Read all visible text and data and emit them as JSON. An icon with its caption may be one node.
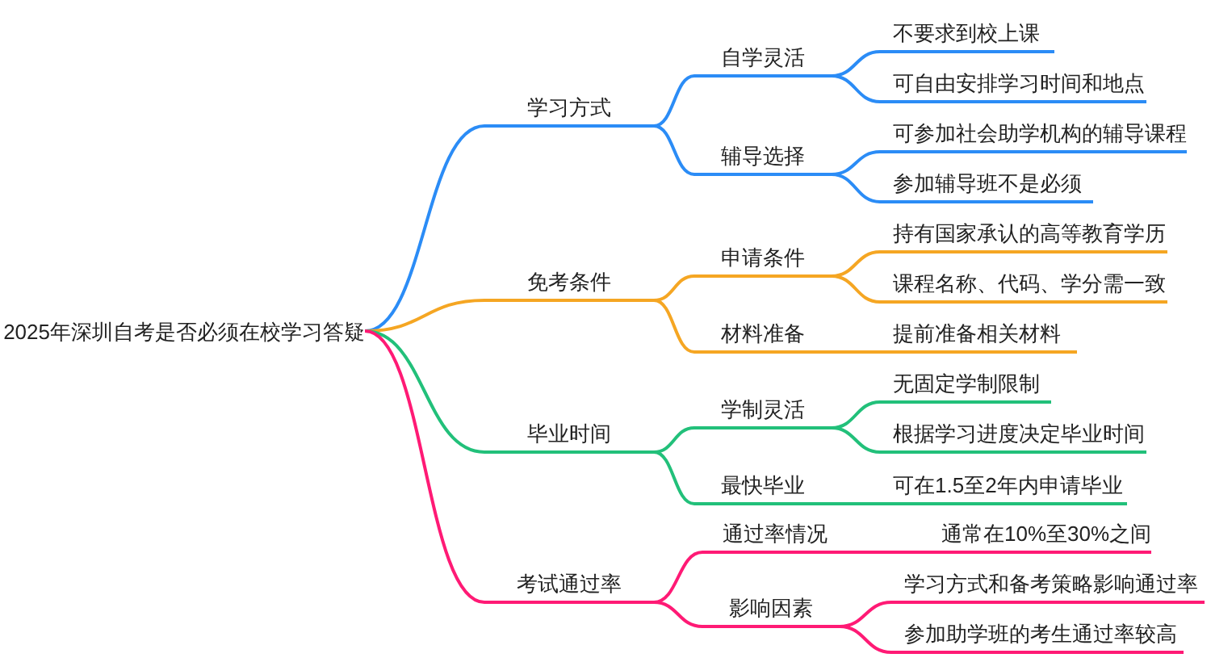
{
  "diagram": {
    "nodes": [
      {
        "text": [
          "2025年深圳自考是否必须在校学习答疑"
        ]
      },
      {
        "text": [
          "学习方式"
        ]
      },
      {
        "text": [
          "自学灵活"
        ]
      },
      {
        "text": [
          "不要求到校上课"
        ]
      },
      {
        "text": [
          "可自由安排学习时间和地点"
        ]
      },
      {
        "text": [
          "辅导选择"
        ]
      },
      {
        "text": [
          "可参加社会助学机构的辅导课程"
        ]
      },
      {
        "text": [
          "参加辅导班不是必须"
        ]
      },
      {
        "text": [
          "免考条件"
        ]
      },
      {
        "text": [
          "申请条件"
        ]
      },
      {
        "text": [
          "持有国家承认的高等教育学历"
        ]
      },
      {
        "text": [
          "课程名称、代码、学分需一致"
        ]
      },
      {
        "text": [
          "材料准备"
        ]
      },
      {
        "text": [
          "提前准备相关材料"
        ]
      },
      {
        "text": [
          "毕业时间"
        ]
      },
      {
        "text": [
          "学制灵活"
        ]
      },
      {
        "text": [
          "无固定学制限制"
        ]
      },
      {
        "text": [
          "根据学习进度决定毕业时间"
        ]
      },
      {
        "text": [
          "最快毕业"
        ]
      },
      {
        "text": [
          "可在1.5至2年内申请毕业"
        ]
      },
      {
        "text": [
          "考试通过率"
        ]
      },
      {
        "text": [
          "通过率情况"
        ]
      },
      {
        "text": [
          "通常在10%至30%之间"
        ]
      },
      {
        "text": [
          "影响因素"
        ]
      },
      {
        "text": [
          "学习方式和备考策略影响通过率"
        ]
      },
      {
        "text": [
          "参加助学班的考生通过率较高"
        ]
      }
    ],
    "edges": [
      {
        "from": 0,
        "to": 1,
        "arrow": "none"
      },
      {
        "from": 1,
        "to": 2,
        "arrow": "none"
      },
      {
        "from": 2,
        "to": 3,
        "arrow": "none"
      },
      {
        "from": 2,
        "to": 4,
        "arrow": "none"
      },
      {
        "from": 1,
        "to": 5,
        "arrow": "none"
      },
      {
        "from": 5,
        "to": 6,
        "arrow": "none"
      },
      {
        "from": 5,
        "to": 7,
        "arrow": "none"
      },
      {
        "from": 0,
        "to": 8,
        "arrow": "none",
        "color": "#f5a623"
      },
      {
        "from": 8,
        "to": 9,
        "arrow": "none",
        "color": "#f5a623"
      },
      {
        "from": 9,
        "to": 10,
        "arrow": "none",
        "color": "#f5a623"
      },
      {
        "from": 9,
        "to": 11,
        "arrow": "none",
        "color": "#f5a623"
      },
      {
        "from": 8,
        "to": 12,
        "arrow": "none",
        "color": "#f5a623"
      },
      {
        "from": 12,
        "to": 13,
        "arrow": "none",
        "color": "#f5a623"
      },
      {
        "from": 0,
        "to": 14,
        "arrow": "none",
        "color": "#22c07a"
      },
      {
        "from": 14,
        "to": 15,
        "arrow": "none",
        "color": "#22c07a"
      },
      {
        "from": 15,
        "to": 16,
        "arrow": "none",
        "color": "#22c07a"
      },
      {
        "from": 15,
        "to": 17,
        "arrow": "none",
        "color": "#22c07a"
      },
      {
        "from": 14,
        "to": 18,
        "arrow": "none",
        "color": "#22c07a"
      },
      {
        "from": 18,
        "to": 19,
        "arrow": "none",
        "color": "#22c07a"
      },
      {
        "from": 0,
        "to": 20,
        "arrow": "none",
        "color": "#ff1a75"
      },
      {
        "from": 20,
        "to": 21,
        "arrow": "none",
        "color": "#ff1a75"
      },
      {
        "from": 21,
        "to": 22,
        "arrow": "none",
        "color": "#ff1a75"
      },
      {
        "from": 20,
        "to": 23,
        "arrow": "none",
        "color": "#ff1a75"
      },
      {
        "from": 23,
        "to": 24,
        "arrow": "none",
        "color": "#ff1a75"
      },
      {
        "from": 23,
        "to": 25,
        "arrow": "none",
        "color": "#ff1a75"
      }
    ]
  }
}
